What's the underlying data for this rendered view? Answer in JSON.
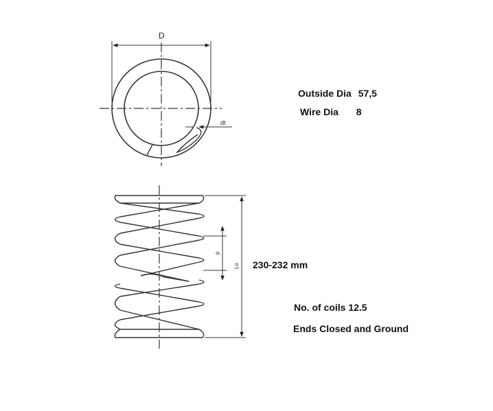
{
  "top_view": {
    "diameter_label": "D",
    "wire_label": "dt"
  },
  "side_view": {
    "pitch_label": "p",
    "length_label": "Lo"
  },
  "specs": {
    "outside_dia_label": "Outside Dia",
    "outside_dia_value": "57,5",
    "wire_dia_label": "Wire Dia",
    "wire_dia_value": "8",
    "free_length": "230-232 mm",
    "coils": "No. of coils 12.5",
    "ends": "Ends Closed and Ground"
  }
}
